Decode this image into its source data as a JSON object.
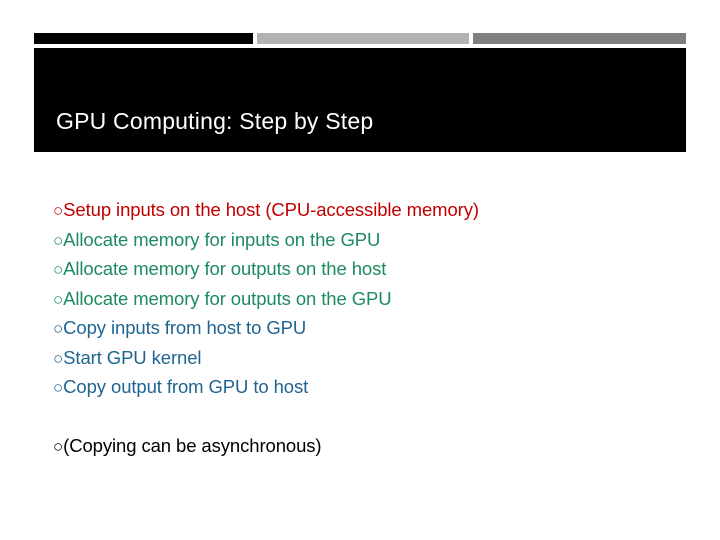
{
  "slide": {
    "title": "GPU Computing: Step by Step",
    "decor_bar": {
      "segments": [
        {
          "name": "segment-dark",
          "color": "#000000"
        },
        {
          "name": "segment-light-gray",
          "color": "#B2B2B2"
        },
        {
          "name": "segment-mid-gray",
          "color": "#808080"
        }
      ]
    },
    "title_block": {
      "background": "#000000",
      "text_color": "#FFFFFF"
    },
    "colors": {
      "red": "#C00000",
      "green": "#1E8A5F",
      "blue": "#1F6491",
      "black": "#000000",
      "background": "#FFFFFF"
    },
    "bullet_glyph": "○",
    "bullets": [
      {
        "text": "Setup inputs on the host (CPU-accessible memory)",
        "color": "#C00000"
      },
      {
        "text": "Allocate memory for inputs on the GPU",
        "color": "#1E8A5F"
      },
      {
        "text": "Allocate memory for outputs on the host",
        "color": "#1E8A5F"
      },
      {
        "text": "Allocate memory for outputs on the GPU",
        "color": "#1E8A5F"
      },
      {
        "text": "Copy inputs from host to GPU",
        "color": "#1F6491"
      },
      {
        "text": "Start GPU kernel",
        "color": "#1F6491"
      },
      {
        "text": "Copy output from GPU to host",
        "color": "#1F6491"
      }
    ],
    "note_bullets": [
      {
        "text": "(Copying can be asynchronous)",
        "color": "#000000"
      }
    ]
  }
}
